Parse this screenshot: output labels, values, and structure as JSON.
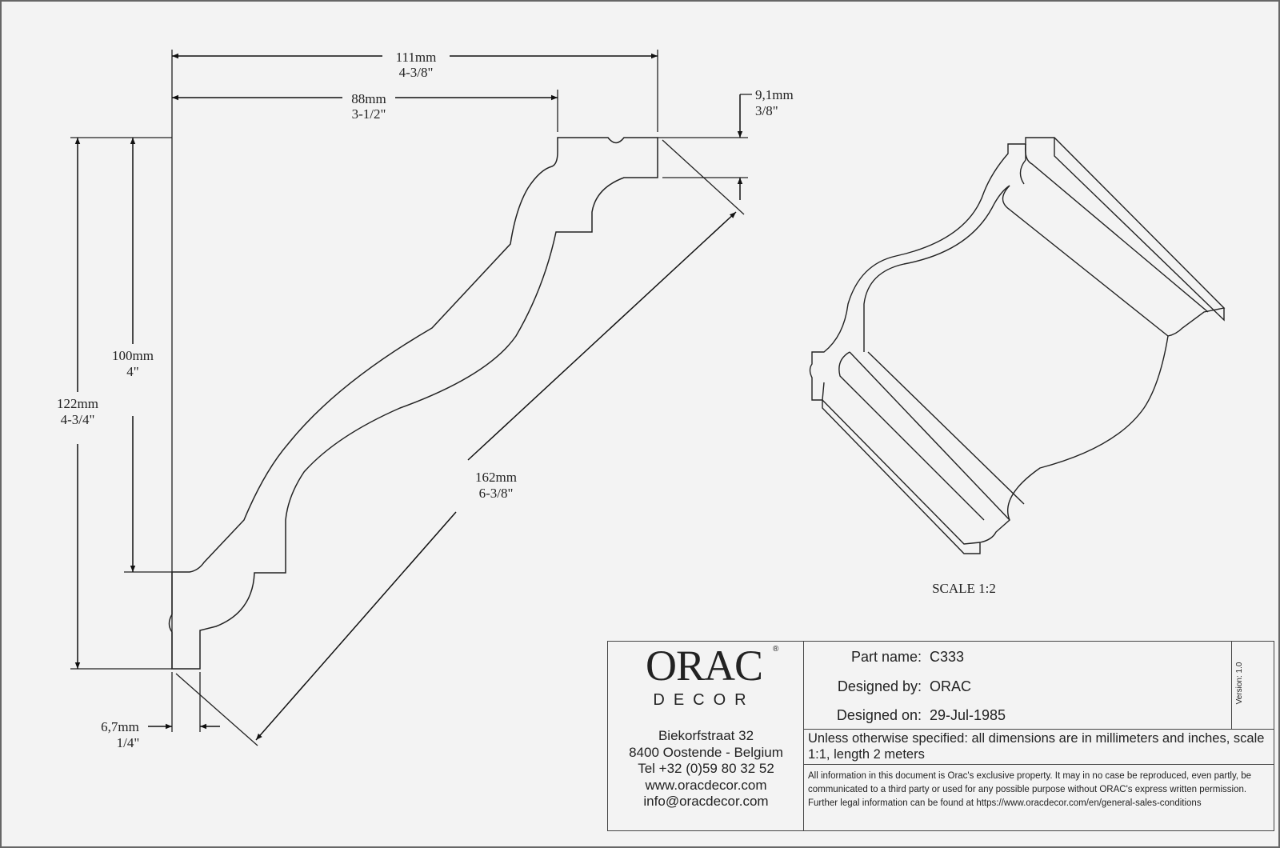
{
  "dimensions": {
    "width_total": {
      "mm": "111mm",
      "inch": "4-3/8\""
    },
    "width_top": {
      "mm": "88mm",
      "inch": "3-1/2\""
    },
    "lip": {
      "mm": "9,1mm",
      "inch": "3/8\""
    },
    "height_inner": {
      "mm": "100mm",
      "inch": "4\""
    },
    "height_total": {
      "mm": "122mm",
      "inch": "4-3/4\""
    },
    "diagonal": {
      "mm": "162mm",
      "inch": "6-3/8\""
    },
    "bottom_lip": {
      "mm": "6,7mm",
      "inch": "1/4\""
    }
  },
  "scale_label": "SCALE  1:2",
  "title_block": {
    "logo_top": "ORAC",
    "logo_bottom": "DECOR",
    "address": [
      "Biekorfstraat 32",
      "8400 Oostende - Belgium",
      "Tel  +32 (0)59 80 32 52",
      "www.oracdecor.com",
      "info@oracdecor.com"
    ],
    "part_name_label": "Part name:",
    "part_name": "C333",
    "designed_by_label": "Designed by:",
    "designed_by": "ORAC",
    "designed_on_label": "Designed on:",
    "designed_on": "29-Jul-1985",
    "version": "Version: 1.0",
    "units_note": "Unless otherwise specified: all dimensions are in millimeters and inches, scale 1:1, length 2 meters",
    "legal": "All information in this document is Orac's exclusive property.  It may in no case be reproduced, even partly, be communicated to a third party or used for any possible purpose without ORAC's express written permission. Further legal information can be found at https://www.oracdecor.com/en/general-sales-conditions"
  }
}
